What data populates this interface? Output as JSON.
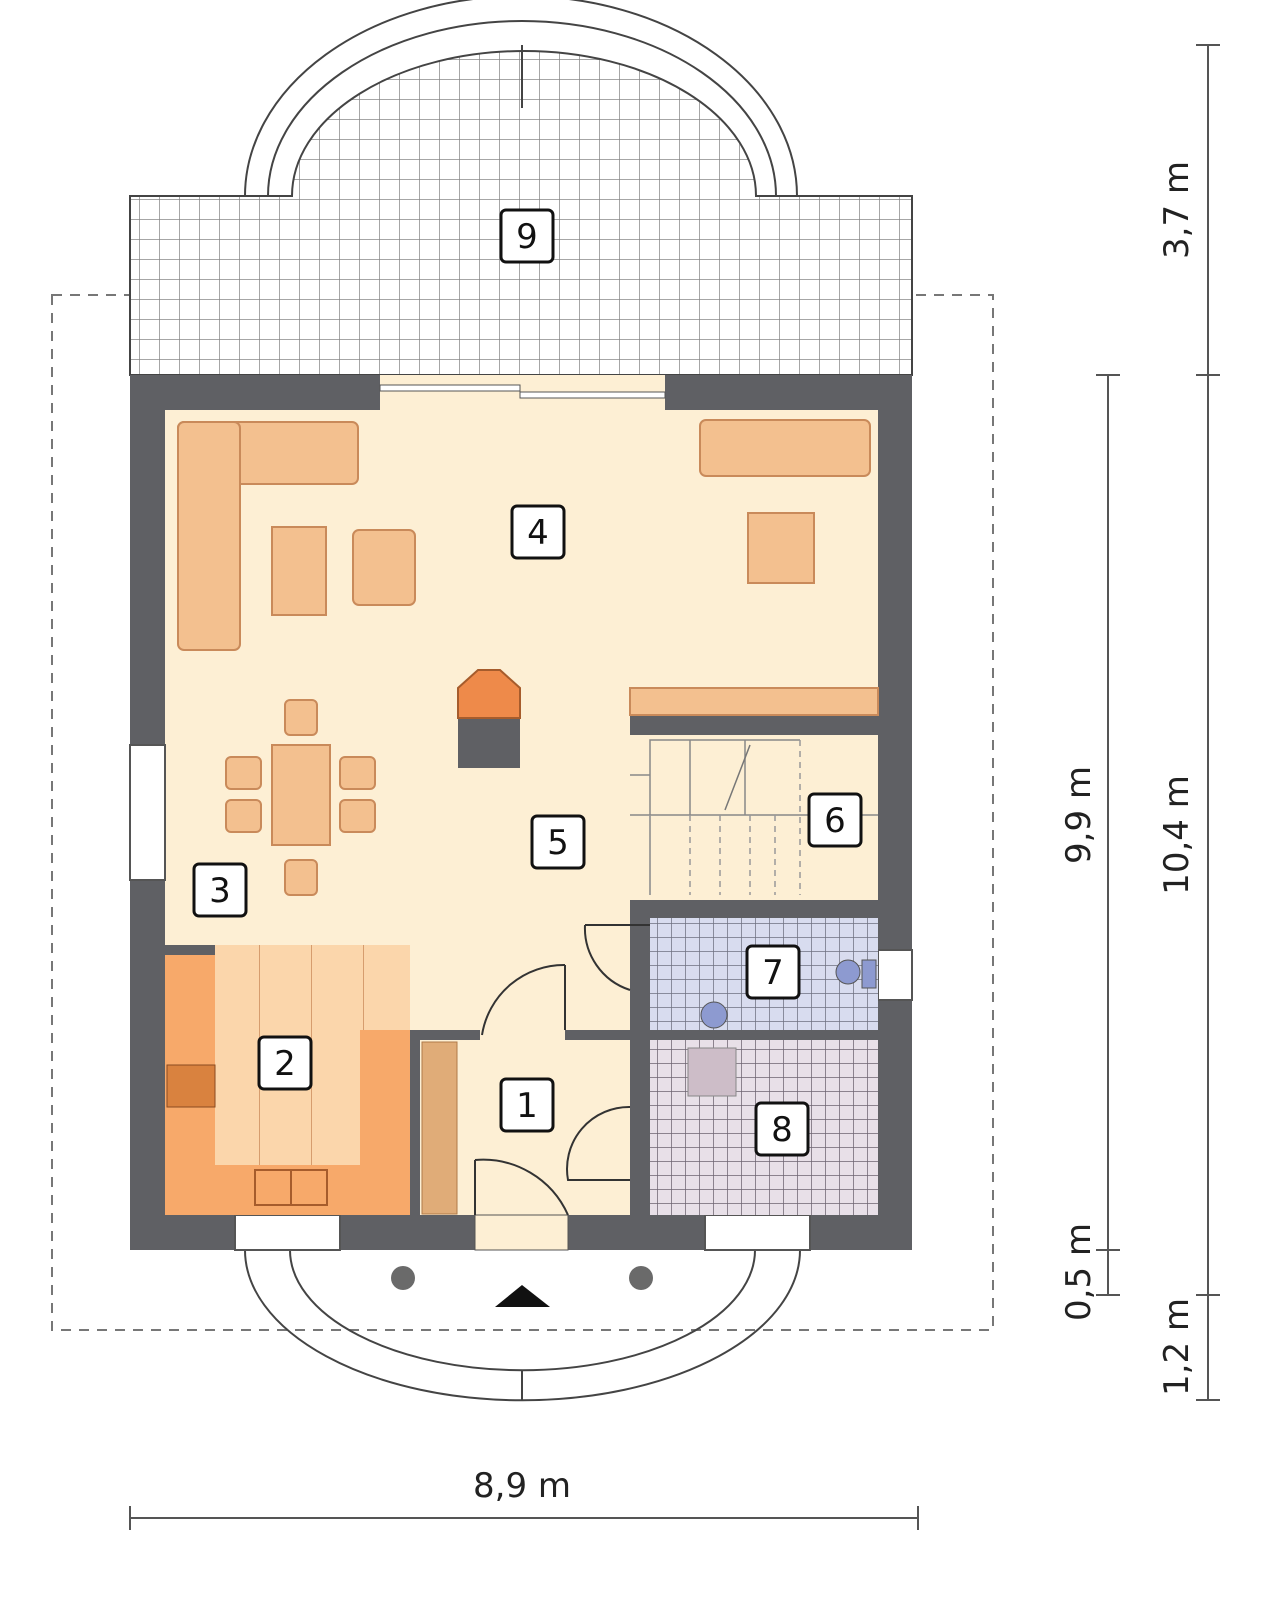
{
  "plan": {
    "rooms": [
      {
        "id": "9",
        "label": "9"
      },
      {
        "id": "4",
        "label": "4"
      },
      {
        "id": "6",
        "label": "6"
      },
      {
        "id": "5",
        "label": "5"
      },
      {
        "id": "3",
        "label": "3"
      },
      {
        "id": "7",
        "label": "7"
      },
      {
        "id": "2",
        "label": "2"
      },
      {
        "id": "1",
        "label": "1"
      },
      {
        "id": "8",
        "label": "8"
      }
    ],
    "dimensions": {
      "width": "8,9 m",
      "terrace_depth": "3,7 m",
      "total_depth": "10,4 m",
      "front_extension": "1,2 m",
      "inner_depth": "9,9 m",
      "inner_offset": "0,5 m"
    },
    "colors": {
      "wall": "#5f6064",
      "floor": "#fdefd4",
      "kitchen": "#f7a96a",
      "furniture": "#f3c08f",
      "bath_tile": "#d8dcef",
      "utility_tile": "#e6dde6"
    }
  }
}
